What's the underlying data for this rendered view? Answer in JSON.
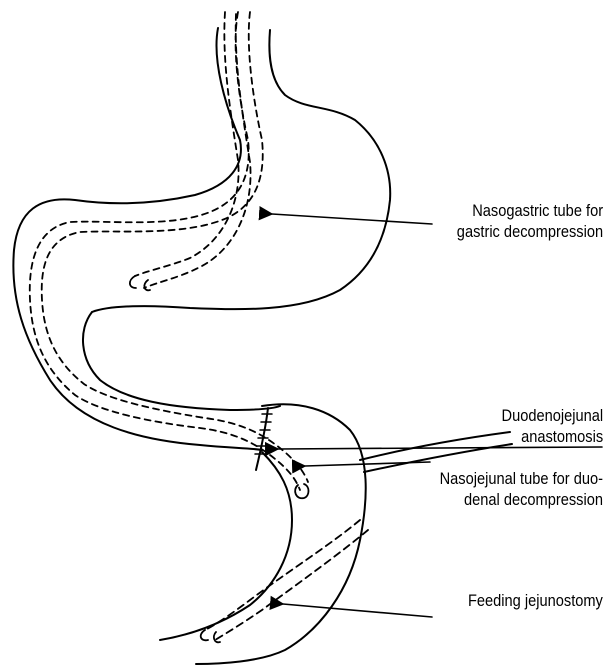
{
  "labels": {
    "nasogastric": {
      "line1": "Nasogastric tube for",
      "line2": "gastric decompression"
    },
    "anastomosis": {
      "line1": "Duodenojejunal",
      "line2": "anastomosis"
    },
    "nasojejunal": {
      "line1": "Nasojejunal tube for duo-",
      "line2": "denal decompression"
    },
    "feeding": {
      "line1": "Feeding jejunostomy"
    }
  },
  "colors": {
    "ink": "#000000",
    "background": "#ffffff"
  }
}
